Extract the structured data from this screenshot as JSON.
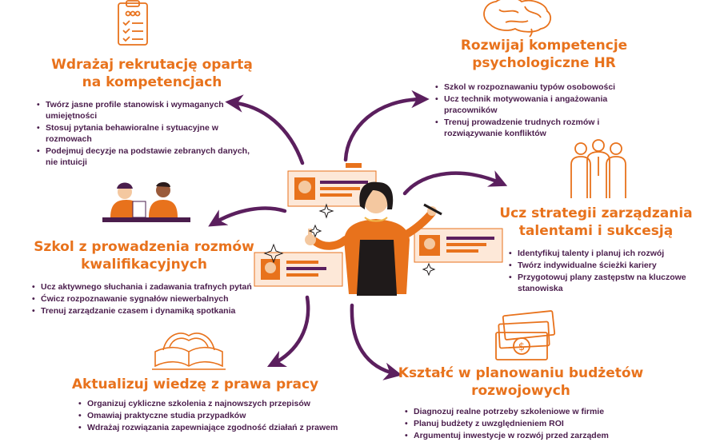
{
  "sections": [
    {
      "title_lines": [
        "Wdrażaj rekrutację opartą",
        "na kompetencjach"
      ],
      "icon": "clipboard-checklist-icon",
      "items": [
        "Twórz jasne profile stanowisk i wymaganych umiejętności",
        "Stosuj pytania behawioralne i sytuacyjne w rozmowach",
        "Podejmuj decyzje na podstawie zebranych danych, nie intuicji"
      ]
    },
    {
      "title_lines": [
        "Rozwijaj kompetencje",
        "psychologiczne HR"
      ],
      "icon": "brain-icon",
      "items": [
        "Szkol w rozpoznawaniu typów osobowości",
        "Ucz technik motywowania i angażowania pracowników",
        "Trenuj prowadzenie trudnych rozmów i rozwiązywanie konfliktów"
      ]
    },
    {
      "title_lines": [
        "Szkol z prowadzenia rozmów",
        "kwalifikacyjnych"
      ],
      "icon": "interview-people-icon",
      "items": [
        "Ucz aktywnego słuchania i zadawania trafnych pytań",
        "Ćwicz rozpoznawanie sygnałów niewerbalnych",
        "Trenuj zarządzanie czasem i dynamiką spotkania"
      ]
    },
    {
      "title_lines": [
        "Ucz strategii zarządzania",
        "talentami i sukcesją"
      ],
      "icon": "team-people-icon",
      "items": [
        "Identyfikuj talenty i planuj ich rozwój",
        "Twórz indywidualne ścieżki kariery",
        "Przygotowuj plany zastępstw na kluczowe stanowiska"
      ]
    },
    {
      "title_lines": [
        "Aktualizuj wiedzę z prawa pracy"
      ],
      "icon": "open-book-icon",
      "items": [
        "Organizuj cykliczne szkolenia z najnowszych przepisów",
        "Omawiaj praktyczne studia przypadków",
        "Wdrażaj rozwiązania zapewniające zgodność działań z prawem"
      ]
    },
    {
      "title_lines": [
        "Kształć w planowaniu budżetów",
        "rozwojowych"
      ],
      "icon": "money-bills-icon",
      "items": [
        "Diagnozuj realne potrzeby szkoleniowe w firmie",
        "Planuj budżety z uwzględnieniem ROI",
        "Argumentuj inwestycje w rozwój przed zarządem"
      ]
    }
  ],
  "colors": {
    "orange": "#e8721c",
    "purple": "#4a1d4c",
    "arrow": "#5b1f5e"
  }
}
